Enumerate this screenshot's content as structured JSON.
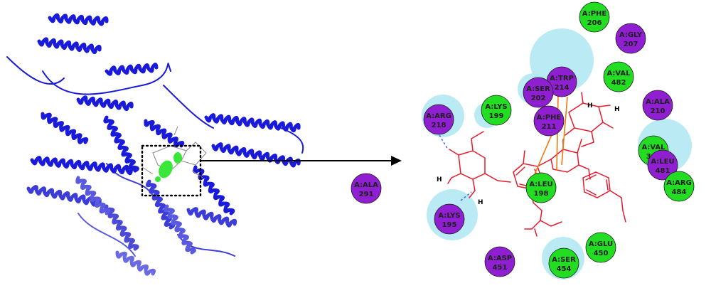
{
  "figure": {
    "colors": {
      "protein": "#1a1adb",
      "ligand_green": "#39e639",
      "residue_green": "#22dd22",
      "residue_purple": "#8f1fd0",
      "halo": "#aee8f2",
      "ligand_bonds": "#e8192c",
      "hydrophobic_lines": "#f07a10",
      "hbond": "#3a6fe8"
    },
    "residues": [
      {
        "name": "A:PHE",
        "num": "206",
        "type": "green"
      },
      {
        "name": "A:GLY",
        "num": "207",
        "type": "purple"
      },
      {
        "name": "A:TRP",
        "num": "214",
        "type": "purple"
      },
      {
        "name": "A:SER",
        "num": "202",
        "type": "purple"
      },
      {
        "name": "A:VAL",
        "num": "482",
        "type": "green"
      },
      {
        "name": "A:ALA",
        "num": "210",
        "type": "purple"
      },
      {
        "name": "A:ARG",
        "num": "218",
        "type": "purple"
      },
      {
        "name": "A:LYS",
        "num": "199",
        "type": "green"
      },
      {
        "name": "A:PHE",
        "num": "211",
        "type": "purple"
      },
      {
        "name": "A:VAL",
        "num": "344",
        "type": "green"
      },
      {
        "name": "A:LEU",
        "num": "481",
        "type": "purple"
      },
      {
        "name": "A:ARG",
        "num": "484",
        "type": "green"
      },
      {
        "name": "A:ALA",
        "num": "291",
        "type": "purple"
      },
      {
        "name": "A:LEU",
        "num": "198",
        "type": "green"
      },
      {
        "name": "A:LYS",
        "num": "195",
        "type": "purple"
      },
      {
        "name": "A:GLU",
        "num": "450",
        "type": "green"
      },
      {
        "name": "A:ASP",
        "num": "451",
        "type": "purple"
      },
      {
        "name": "A:SER",
        "num": "454",
        "type": "green"
      }
    ],
    "atom_labels": [
      "H",
      "H",
      "H",
      "H"
    ]
  }
}
